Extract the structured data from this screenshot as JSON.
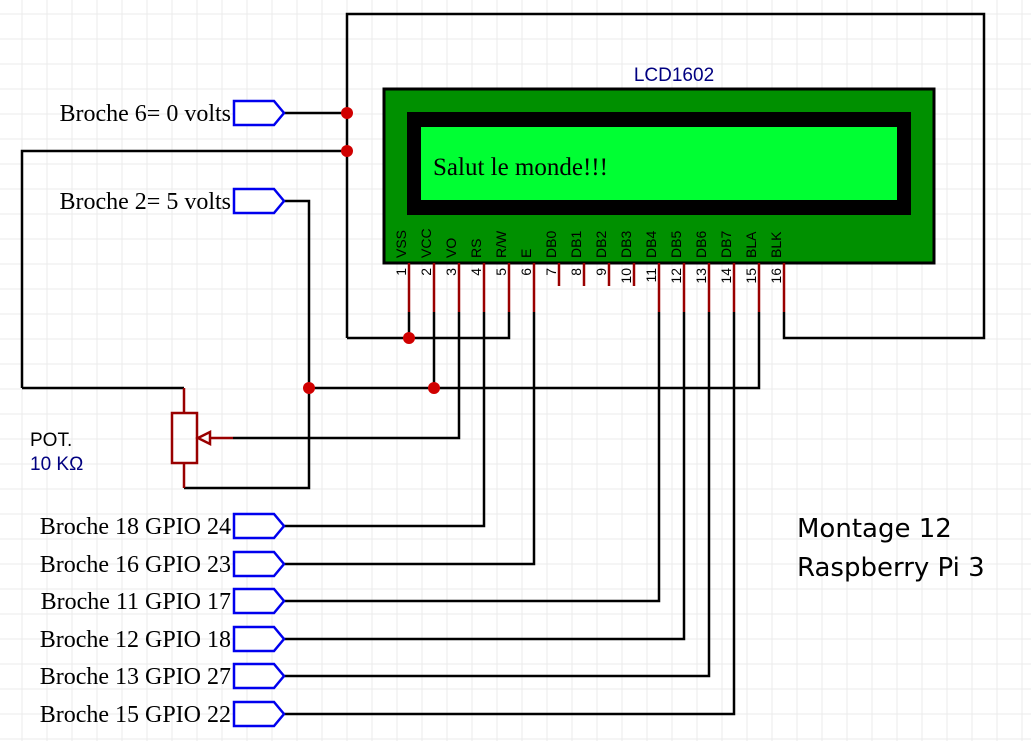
{
  "title": {
    "line1": "Montage 12",
    "line2": "Raspberry Pi 3"
  },
  "lcd": {
    "name": "LCD1602",
    "display_text": "Salut le monde!!!",
    "colors": {
      "body": "#009000",
      "bezel": "#000000",
      "screen": "#00ff33",
      "name": "#000080"
    },
    "pins": [
      {
        "number": "1",
        "label": "VSS",
        "connected": true
      },
      {
        "number": "2",
        "label": "VCC",
        "connected": true
      },
      {
        "number": "3",
        "label": "VO",
        "connected": true
      },
      {
        "number": "4",
        "label": "RS",
        "connected": true
      },
      {
        "number": "5",
        "label": "R/W",
        "connected": true
      },
      {
        "number": "6",
        "label": "E",
        "connected": true
      },
      {
        "number": "7",
        "label": "DB0",
        "connected": false
      },
      {
        "number": "8",
        "label": "DB1",
        "connected": false
      },
      {
        "number": "9",
        "label": "DB2",
        "connected": false
      },
      {
        "number": "10",
        "label": "DB3",
        "connected": false
      },
      {
        "number": "11",
        "label": "DB4",
        "connected": true
      },
      {
        "number": "12",
        "label": "DB5",
        "connected": true
      },
      {
        "number": "13",
        "label": "DB6",
        "connected": true
      },
      {
        "number": "14",
        "label": "DB7",
        "connected": true
      },
      {
        "number": "15",
        "label": "BLA",
        "connected": true
      },
      {
        "number": "16",
        "label": "BLK",
        "connected": true
      }
    ]
  },
  "power_ports": [
    {
      "label": "Broche 6= 0 volts"
    },
    {
      "label": "Broche 2= 5 volts"
    }
  ],
  "gpio_ports": [
    {
      "label": "Broche 18 GPIO 24",
      "lcd_pin": "RS"
    },
    {
      "label": "Broche 16 GPIO 23",
      "lcd_pin": "E"
    },
    {
      "label": "Broche 11 GPIO 17",
      "lcd_pin": "DB4"
    },
    {
      "label": "Broche 12 GPIO 18",
      "lcd_pin": "DB5"
    },
    {
      "label": "Broche 13 GPIO 27",
      "lcd_pin": "DB6"
    },
    {
      "label": "Broche 15 GPIO 22",
      "lcd_pin": "DB7"
    }
  ],
  "potentiometer": {
    "name": "POT.",
    "value": "10 KΩ"
  },
  "colors": {
    "wire": "#000000",
    "pin": "#990000",
    "junction": "#d00000",
    "port": "#0000ee",
    "grid": "#ebebeb"
  }
}
